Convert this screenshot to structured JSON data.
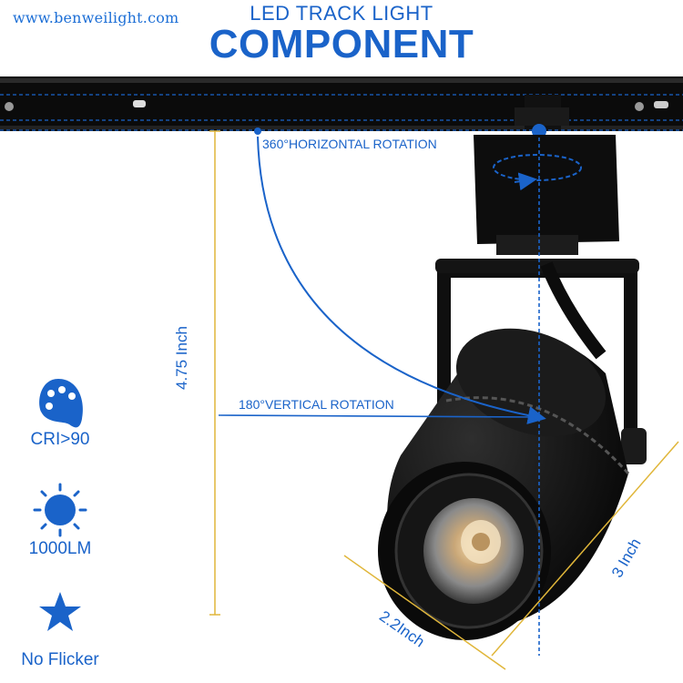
{
  "header": {
    "website": "www.benweilight.com",
    "title_line1": "LED TRACK LIGHT",
    "title_line2": "COMPONENT"
  },
  "annotations": {
    "horizontal_rotation": "360°HORIZONTAL ROTATION",
    "vertical_rotation": "180°VERTICAL ROTATION",
    "height": "4.75 Inch",
    "depth": "3 Inch",
    "diameter": "2.2Inch"
  },
  "features": [
    {
      "label": "CRI>90",
      "icon": "palette-icon"
    },
    {
      "label": "1000LM",
      "icon": "sun-icon"
    },
    {
      "label": "No Flicker",
      "icon": "star-icon"
    }
  ],
  "colors": {
    "brand_blue": "#1a63c9",
    "dimension_yellow": "#e0b63a",
    "fixture_black": "#111111"
  }
}
